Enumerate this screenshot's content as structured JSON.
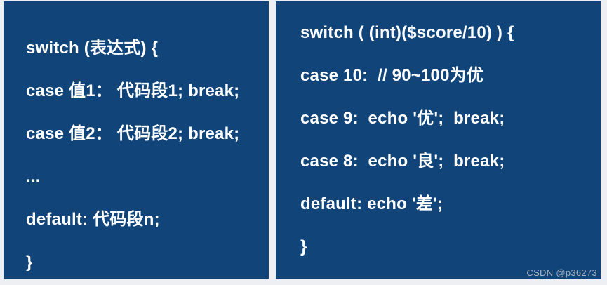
{
  "colors": {
    "panel_background": "#11457a",
    "page_background": "#edeff2",
    "code_text": "#ffffff",
    "watermark_text": "#a9b2bc"
  },
  "left_panel": {
    "description": "switch statement syntax (Chinese placeholders)",
    "lines": [
      "switch (表达式) {",
      "case 值1： 代码段1; break;",
      "case 值2： 代码段2; break;",
      "...",
      "default: 代码段n;",
      "}"
    ]
  },
  "right_panel": {
    "description": "switch statement example with $score",
    "lines": [
      "switch ( (int)($score/10) ) {",
      "case 10:  // 90~100为优",
      "case 9:  echo '优';  break;",
      "case 8:  echo '良';  break;",
      "default: echo '差';",
      "}"
    ]
  },
  "watermark": "CSDN @p36273"
}
